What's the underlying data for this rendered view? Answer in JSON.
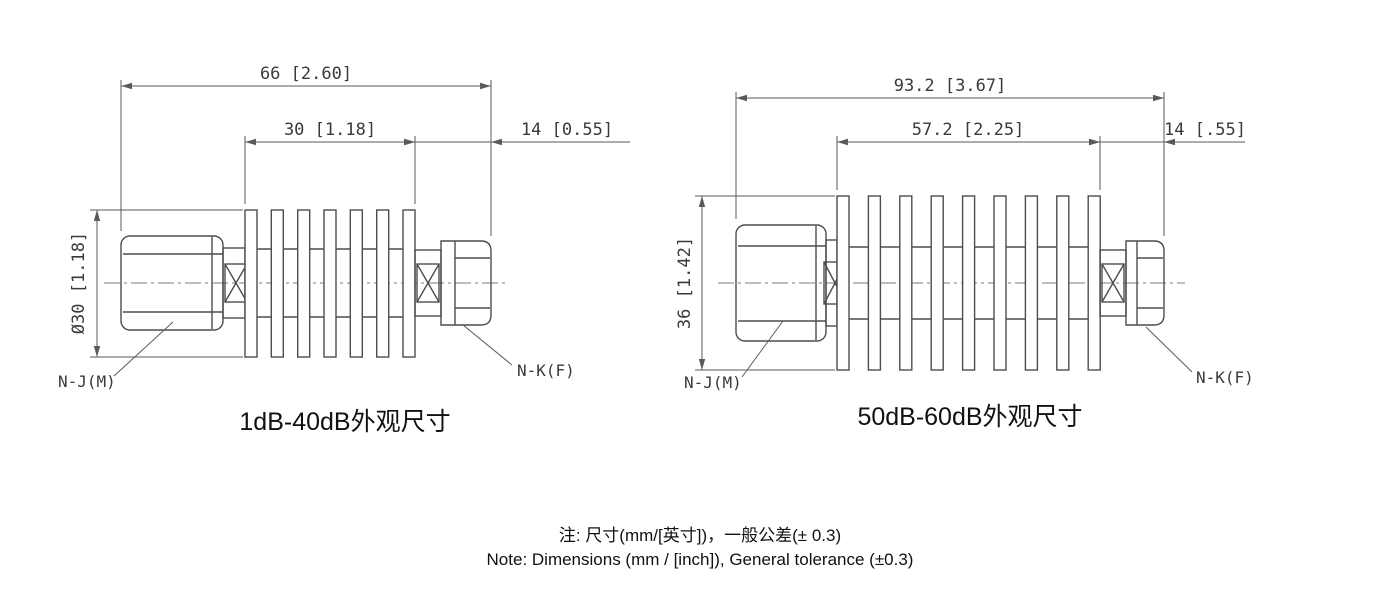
{
  "page": {
    "background": "#ffffff",
    "line_color": "#4d4d4d",
    "dim_color": "#5a5a5a"
  },
  "drawings": [
    {
      "caption": "1dB-40dB外观尺寸",
      "dims": {
        "overall": "66 [2.60]",
        "body": "30 [1.18]",
        "connector": "14 [0.55]",
        "diameter": "Ø30 [1.18]"
      },
      "labels": {
        "left_connector": "N-J(M)",
        "right_connector": "N-K(F)"
      }
    },
    {
      "caption": "50dB-60dB外观尺寸",
      "dims": {
        "overall": "93.2 [3.67]",
        "body": "57.2 [2.25]",
        "connector": "14 [.55]",
        "diameter": "36 [1.42]"
      },
      "labels": {
        "left_connector": "N-J(M)",
        "right_connector": "N-K(F)"
      }
    }
  ],
  "notes": {
    "chinese": "注: 尺寸(mm/[英寸])，一般公差(± 0.3)",
    "english": "Note: Dimensions (mm / [inch]), General tolerance (±0.3)"
  }
}
